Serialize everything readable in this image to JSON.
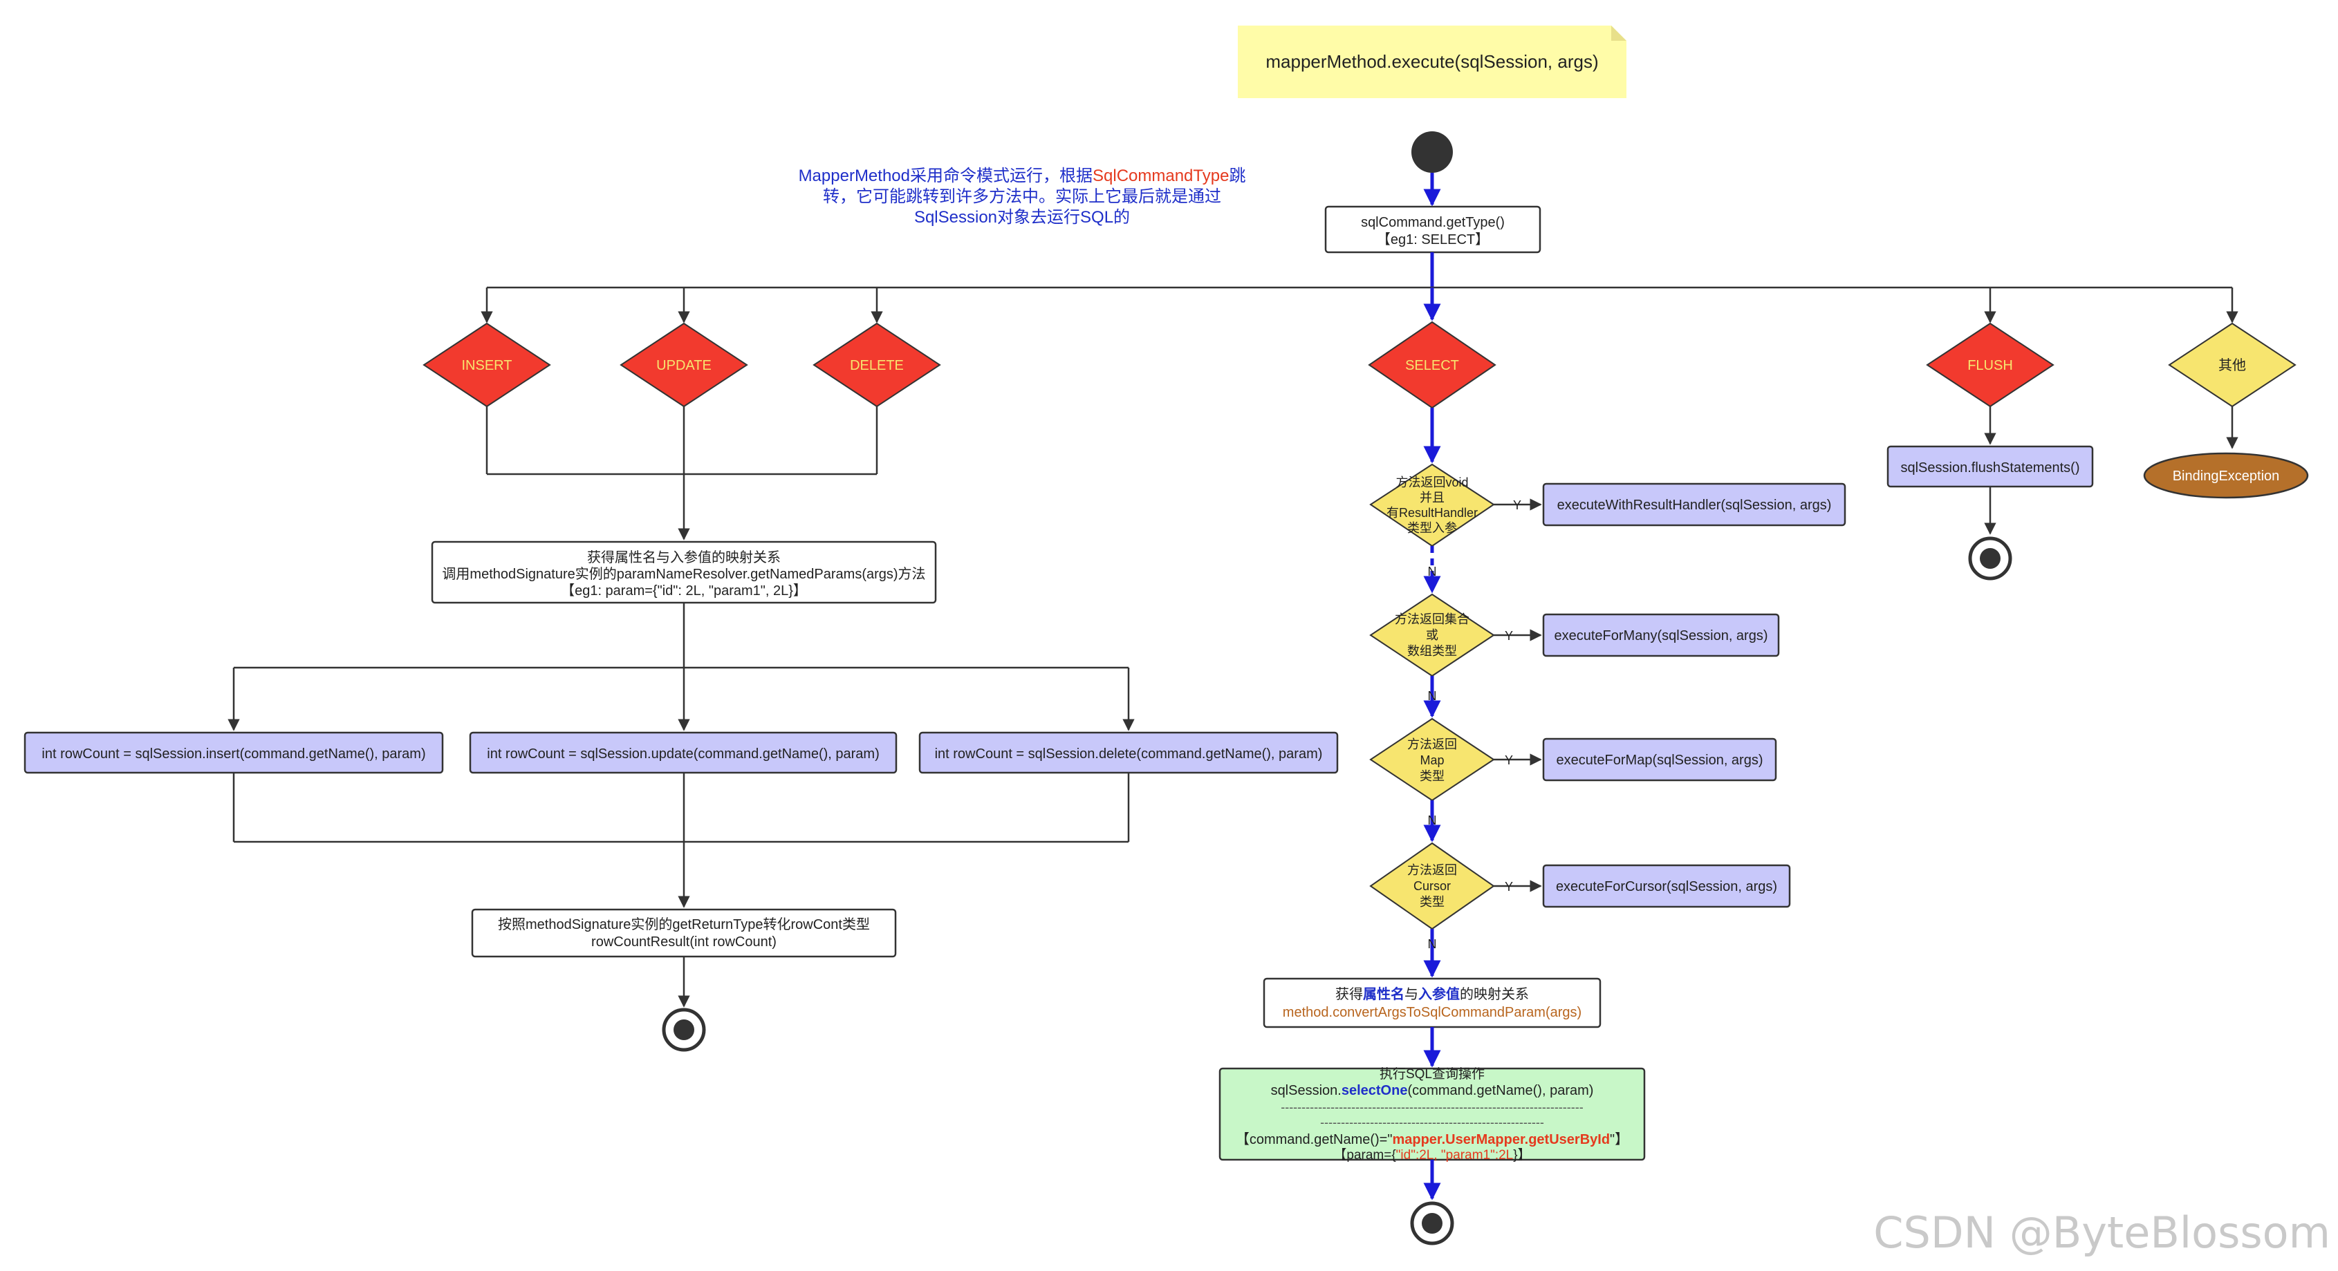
{
  "note": {
    "title": "mapperMethod.execute(sqlSession, args)"
  },
  "description": {
    "line1_pre": "MapperMethod采用命令模式运行，根据",
    "line1_highlight": "SqlCommandType",
    "line1_post": "跳",
    "line2": "转，它可能跳转到许多方法中。实际上它最后就是通过",
    "line3": "SqlSession对象去运行SQL的"
  },
  "get_type": {
    "line1": "sqlCommand.getType()",
    "line2": "【eg1: SELECT】"
  },
  "decisions": {
    "insert": "INSERT",
    "update": "UPDATE",
    "delete": "DELETE",
    "select": "SELECT",
    "flush": "FLUSH",
    "other": "其他"
  },
  "param_box": {
    "line1": "获得属性名与入参值的映射关系",
    "line2": "调用methodSignature实例的paramNameResolver.getNamedParams(args)方法",
    "line3": "【eg1: param={\"id\": 2L, \"param1\", 2L}】"
  },
  "row_insert": "int rowCount = sqlSession.insert(command.getName(), param)",
  "row_update": "int rowCount = sqlSession.update(command.getName(), param)",
  "row_delete": "int rowCount = sqlSession.delete(command.getName(), param)",
  "row_result": {
    "line1": "按照methodSignature实例的getReturnType转化rowCont类型",
    "line2": "rowCountResult(int rowCount)"
  },
  "flush_box": "sqlSession.flushStatements()",
  "binding_exception": "BindingException",
  "select_checks": [
    {
      "lines": [
        "方法返回void",
        "并且",
        "有ResultHandler",
        "类型入参"
      ],
      "action": "executeWithResultHandler(sqlSession, args)"
    },
    {
      "lines": [
        "方法返回集合",
        "或",
        "数组类型"
      ],
      "action": "executeForMany(sqlSession, args)"
    },
    {
      "lines": [
        "方法返回",
        "Map",
        "类型"
      ],
      "action": "executeForMap(sqlSession, args)"
    },
    {
      "lines": [
        "方法返回",
        "Cursor",
        "类型"
      ],
      "action": "executeForCursor(sqlSession, args)"
    }
  ],
  "yes_label": "Y",
  "no_label": "N",
  "convert_box": {
    "line1_pre": "获得",
    "line1_b1": "属性名",
    "line1_mid": "与",
    "line1_b2": "入参值",
    "line1_post": "的映射关系",
    "line2": "method.convertArgsToSqlCommandParam(args)"
  },
  "select_exec": {
    "line1": "执行SQL查询操作",
    "line2_pre": "sqlSession.",
    "line2_method": "selectOne",
    "line2_post": "(command.getName(),  param)",
    "dashes1": "-------------------------------------------------------------------------",
    "dashes2": "------------------------------------------------------",
    "line4_pre": "【command.getName()=\"",
    "line4_value": "mapper.UserMapper.getUserById",
    "line4_post": "\"】",
    "line5_pre": "【param={",
    "line5_value": "\"id\":2L, \"param1\":2L",
    "line5_post": "}】"
  },
  "watermark": "CSDN @ByteBlossom",
  "colors": {
    "red_decision": "#f23a2e",
    "yellow_decision": "#f7e56f",
    "purple_box": "#c8c8fa",
    "green_box": "#c8f7c8",
    "note_bg": "#fffca8",
    "blue_line": "#1a1ad9",
    "blue_text": "#1f2fc9",
    "red_text": "#e53a1e",
    "orange_text": "#b8651e",
    "exception_fill": "#b5702a"
  }
}
